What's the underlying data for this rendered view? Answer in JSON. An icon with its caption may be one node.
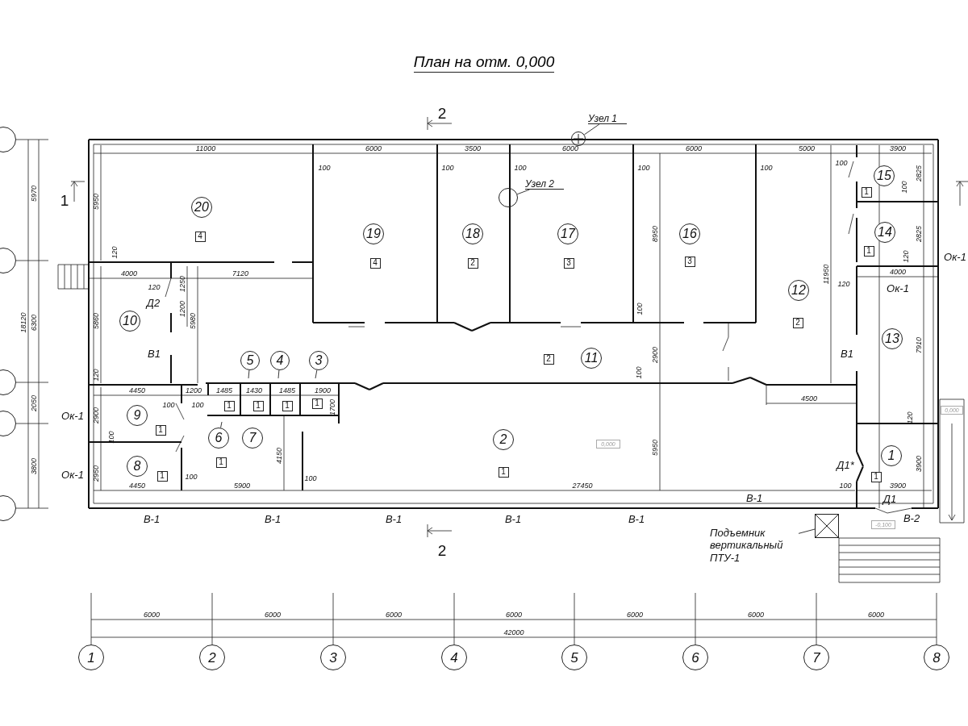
{
  "diagram": {
    "title": "План на отм. 0,000",
    "nodes": [
      {
        "text": [
          "Узел 1"
        ]
      },
      {
        "text": [],
        "shape": "circle"
      },
      {
        "text": [
          "Узел 2"
        ]
      },
      {
        "text": [],
        "shape": "circle"
      },
      {
        "text": [
          "20"
        ]
      },
      {
        "text": [
          "4"
        ]
      },
      {
        "text": [
          "19"
        ]
      },
      {
        "text": [
          "4"
        ]
      },
      {
        "text": [
          "18"
        ]
      },
      {
        "text": [
          "2"
        ]
      },
      {
        "text": [
          "17"
        ]
      },
      {
        "text": [
          "3"
        ]
      },
      {
        "text": [
          "16"
        ]
      },
      {
        "text": [
          "3"
        ]
      },
      {
        "text": [
          "15"
        ]
      },
      {
        "text": [
          "1"
        ]
      },
      {
        "text": [
          "14"
        ]
      },
      {
        "text": [
          "1"
        ]
      },
      {
        "text": [
          "12"
        ]
      },
      {
        "text": [
          "2"
        ]
      },
      {
        "text": [
          "10"
        ]
      },
      {
        "text": [
          "13"
        ]
      },
      {
        "text": [
          "11"
        ]
      },
      {
        "text": [
          "2"
        ]
      },
      {
        "text": [
          "5"
        ]
      },
      {
        "text": [
          "4"
        ]
      },
      {
        "text": [
          "3"
        ]
      },
      {
        "text": [
          "1"
        ]
      },
      {
        "text": [
          "1"
        ]
      },
      {
        "text": [
          "1"
        ]
      },
      {
        "text": [
          "1"
        ]
      },
      {
        "text": [
          "9"
        ]
      },
      {
        "text": [
          "1"
        ]
      },
      {
        "text": [
          "6"
        ]
      },
      {
        "text": [
          "7"
        ]
      },
      {
        "text": [
          "1"
        ]
      },
      {
        "text": [
          "2"
        ]
      },
      {
        "text": [
          "1"
        ]
      },
      {
        "text": [
          "0,000"
        ]
      },
      {
        "text": [
          "1"
        ]
      },
      {
        "text": [
          "1"
        ]
      },
      {
        "text": [
          "8"
        ]
      },
      {
        "text": [
          "1"
        ]
      },
      {
        "text": [
          "0,000"
        ]
      },
      {
        "text": [],
        "shape": "box"
      },
      {
        "text": [
          "-0,100"
        ]
      },
      {
        "text": [
          "Подъемник вертикальный ПТУ-1"
        ]
      },
      {
        "text": [
          "1"
        ]
      },
      {
        "text": [
          "2"
        ]
      },
      {
        "text": [
          "3"
        ]
      },
      {
        "text": [
          "4"
        ]
      },
      {
        "text": [
          "5"
        ]
      },
      {
        "text": [
          "6"
        ]
      },
      {
        "text": [
          "7"
        ]
      },
      {
        "text": [
          "8"
        ]
      },
      {
        "text": [],
        "shape": "circle"
      },
      {
        "text": [],
        "shape": "circle"
      },
      {
        "text": [],
        "shape": "circle"
      },
      {
        "text": [],
        "shape": "circle"
      },
      {
        "text": [],
        "shape": "circle"
      }
    ],
    "edges": [
      {
        "from": 0,
        "to": 1,
        "arrow": "none"
      },
      {
        "from": 2,
        "to": 3,
        "arrow": "none"
      },
      {
        "from": 24,
        "to": null,
        "arrow": "none"
      },
      {
        "from": 25,
        "to": null,
        "arrow": "none"
      },
      {
        "from": 26,
        "to": null,
        "arrow": "none"
      },
      {
        "from": 33,
        "to": null,
        "arrow": "none"
      },
      {
        "from": 46,
        "to": 44,
        "arrow": "none"
      }
    ],
    "labels": [
      "2",
      "11000",
      "6000",
      "3500",
      "6000",
      "6000",
      "5000",
      "3900",
      "100",
      "100",
      "100",
      "100",
      "100",
      "100",
      "5970",
      "5950",
      "1",
      "2825",
      "100",
      "8950",
      "2825",
      "Ок-1",
      "11950",
      "120",
      "120",
      "4000",
      "1250",
      "7120",
      "4000",
      "120",
      "Ок-1",
      "120",
      "Д2",
      "1200",
      "6300",
      "18120",
      "5860",
      "5980",
      "100",
      "7910",
      "В1",
      "В1",
      "2900",
      "120",
      "100",
      "4450",
      "1200",
      "1485",
      "1430",
      "1485",
      "1900",
      "4500",
      "2050",
      "100",
      "100",
      "1700",
      "Ок-1",
      "2900",
      "100",
      "120",
      "4150",
      "5950",
      "3800",
      "Ок-1",
      "2950",
      "100",
      "100",
      "Д1*",
      "3900",
      "4450",
      "5900",
      "27450",
      "100",
      "3900",
      "В-1",
      "Д1",
      "В-1",
      "В-1",
      "В-1",
      "В-1",
      "В-1",
      "В-2",
      "2",
      "6000",
      "6000",
      "6000",
      "6000",
      "6000",
      "6000",
      "6000",
      "42000"
    ]
  }
}
